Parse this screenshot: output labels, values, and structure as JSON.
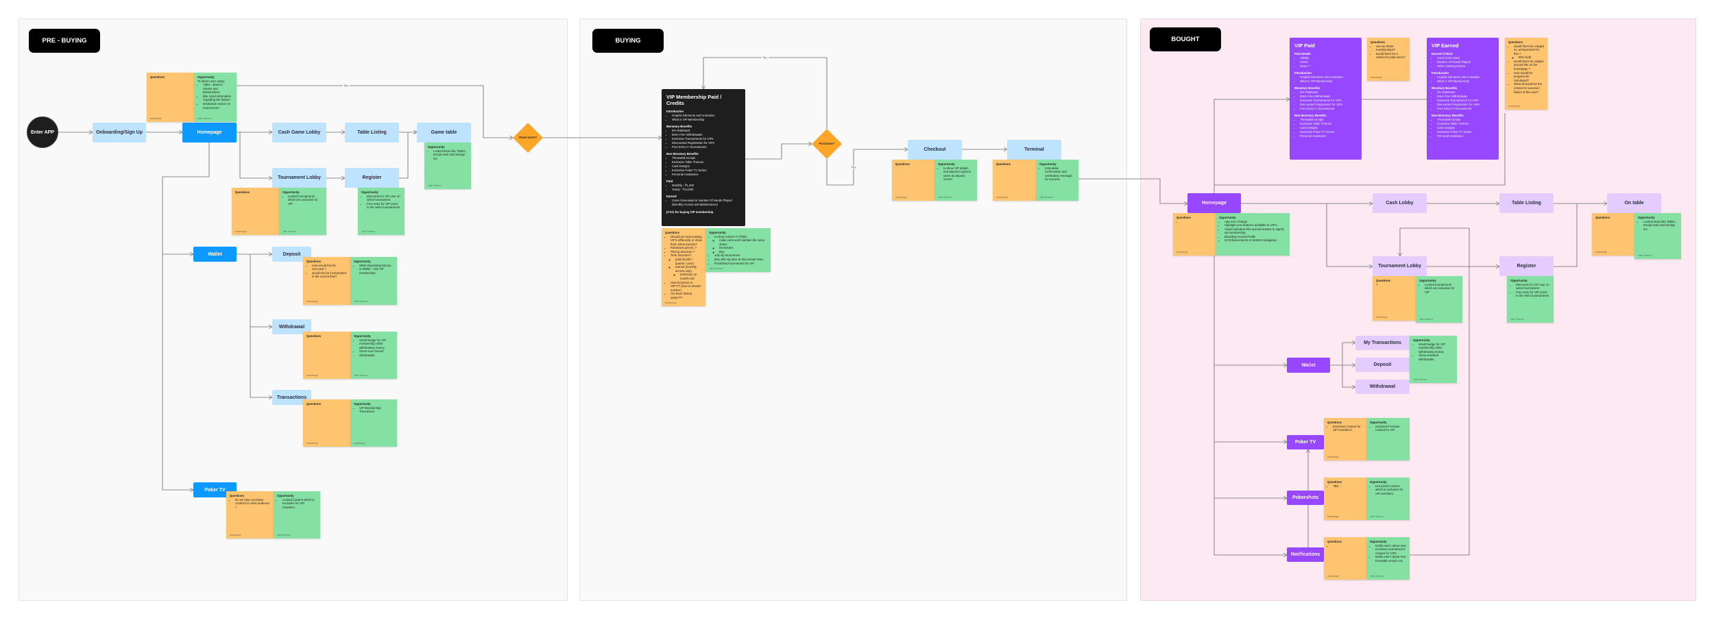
{
  "colors": {
    "pre_bg": "#f9f9f9",
    "buying_bg": "#f9f9f9",
    "bought_bg": "#fde9f1",
    "blue": "#0d99ff",
    "light_blue": "#bde3fe",
    "purple": "#9747ff",
    "light_purple": "#e4ccff",
    "question": "#ffc470",
    "opportunity": "#85e0a3",
    "decision": "#ffa629"
  },
  "sections": {
    "pre": {
      "label": "PRE - BUYING"
    },
    "buying": {
      "label": "BUYING"
    },
    "bought": {
      "label": "BOUGHT"
    }
  },
  "nodes": {
    "enter_app": {
      "label": "Enter APP"
    },
    "onboarding": {
      "label": "Onboarding/Sign Up"
    },
    "homepage": {
      "label": "Homepage"
    },
    "cash_game_lobby": {
      "label": "Cash Game Lobby"
    },
    "table_listing": {
      "label": "Table Listing"
    },
    "game_table": {
      "label": "Game table"
    },
    "tournament_lobby": {
      "label": "Tournament Lobby"
    },
    "register": {
      "label": "Register"
    },
    "wallet": {
      "label": "Wallet"
    },
    "deposit": {
      "label": "Deposit"
    },
    "withdrawal": {
      "label": "Withdrawal"
    },
    "transactions": {
      "label": "Transactions"
    },
    "poker_tv": {
      "label": "Poker TV"
    },
    "read_more": {
      "label": "Read more?"
    },
    "purchase": {
      "label": "Purchase?"
    },
    "checkout": {
      "label": "Checkout"
    },
    "terminal": {
      "label": "Terminal"
    },
    "b_homepage": {
      "label": "Homepage"
    },
    "cash_lobby": {
      "label": "Cash Lobby"
    },
    "b_table_listing": {
      "label": "Table Listing"
    },
    "on_table": {
      "label": "On table"
    },
    "b_tournament_lobby": {
      "label": "Tournament Lobby"
    },
    "b_register": {
      "label": "Register"
    },
    "b_wallet": {
      "label": "Wallet"
    },
    "my_transactions": {
      "label": "My Transactions"
    },
    "b_deposit": {
      "label": "Deposit"
    },
    "b_withdrawal": {
      "label": "Withdrawal"
    },
    "b_poker_tv": {
      "label": "Poker TV"
    },
    "pokershots": {
      "label": "Pokershots"
    },
    "notifications": {
      "label": "Notifications"
    }
  },
  "edge_labels": {
    "pre_no": "No",
    "buy_no": "No",
    "buy_yes": "Yes"
  },
  "stickies": {
    "home_q": {
      "title": "Questions",
      "items": [],
      "author": "amansingh"
    },
    "home_o": {
      "title": "Opportunity",
      "text": "To inform user using:",
      "items": [
        "Video , Banner , Stories and Bottomsheet.",
        "Bite sized information regarding the feature.",
        "Dedicated section on homescreen."
      ],
      "author": "Jatin Sharma"
    },
    "game_o": {
      "title": "Opportunity",
      "items": [
        "Locked items like Tables , Emojis and Card Design etc."
      ],
      "author": "Jatin Sharma"
    },
    "tl_q": {
      "title": "Questions",
      "items": [],
      "author": "amansingh"
    },
    "tl_o": {
      "title": "Opportunity",
      "items": [
        "Locked tournaments which are exclusive for VIP"
      ],
      "author": "Jatin Sharma"
    },
    "reg_o": {
      "title": "Opportunity",
      "items": [
        "Discounts for VIP user on select tournament",
        "Free entry for VIP users in the select tournaments"
      ],
      "author": "Jatin Sharma"
    },
    "dep_q": {
      "title": "Questions",
      "items": [
        "How would this be executed ?",
        "would this be incorporated in the current flow?"
      ],
      "author": "amansingh"
    },
    "dep_o": {
      "title": "Opportunity",
      "items": [
        "While Depositing Money in Wallet - Add VIP membership"
      ],
      "author": "Jatin Sharma"
    },
    "wd_q": {
      "title": "Questions",
      "items": [],
      "author": "amansingh"
    },
    "wd_o": {
      "title": "Opportunity",
      "items": [
        "Small Nudge for VIP membership while withdrawing money",
        "Show more locked withdrawals"
      ],
      "author": "Jatin Sharma"
    },
    "tx_q": {
      "title": "Questions",
      "items": [],
      "author": "amansingh"
    },
    "tx_o": {
      "title": "Opportunity",
      "items": [
        "VIP Membership Transaction"
      ],
      "author": "amansingh"
    },
    "tv_q": {
      "title": "Questions",
      "items": [
        "Do we have exclusive content for niche audience ?"
      ],
      "author": "amansingh"
    },
    "tv_o": {
      "title": "Opportunity",
      "items": [
        "Locked Content which is exclusive for VIP members."
      ],
      "author": "Jatin Sharma"
    },
    "vip_q": {
      "title": "Questions",
      "items": [
        "Should we treat existing VIP's differently or show them same journey?",
        "Rakeback generic ?",
        "Pricing Structure ?",
        {
          "text": "Time Structure?",
          "sub": [
            "paid (month / quarter / year)",
            {
              "text": "earned (monthly access only)",
              "sub": [
                "extension on month-end"
              ]
            }
          ]
        },
        "How Exclusive is VIP??? (how to release number)",
        "Are there limited seats???"
      ],
      "author": "amansingh"
    },
    "vip_o": {
      "title": "Opportunity",
      "items": [
        {
          "text": "to show criteria ?? (TBD)",
          "sub": [
            "make coins and maintain the same status",
            "Demotions",
            "Buy"
          ]
        },
        "only vip tournament",
        "play with vip pass at discounted rates",
        "Predefined tournament for VIP"
      ],
      "author": "Jatin Sharma"
    },
    "co_q": {
      "title": "Questions",
      "items": [],
      "author": "amansingh"
    },
    "co_o": {
      "title": "Opportunity",
      "items": [
        "to show VIP details and payment options same as deposit screen"
      ],
      "author": "Jatin Sharma"
    },
    "term_q": {
      "title": "Questions",
      "items": [],
      "author": "amansingh"
    },
    "term_o": {
      "title": "Opportunity",
      "items": [
        "Immediate confirmation and celebratory message for success."
      ],
      "author": "Jatin Sharma"
    },
    "paid_q": {
      "title": "Questions",
      "items": [
        "can we share memberships?",
        "would there be a criteria for paid users?"
      ],
      "author": "amansingh"
    },
    "earned_q": {
      "title": "Questions",
      "items": [
        {
          "text": "would there be a target vs. achievement for this ?",
          "sub": [
            "50% both"
          ]
        },
        "would there be nudges around this on the homepage ?",
        "How would be progress be calculated?",
        "What all would be the criteria for success / failure of this user?"
      ],
      "author": "amansingh"
    },
    "bhome_q": {
      "title": "Questions",
      "items": [
        ""
      ],
      "author": "amansingh"
    },
    "bhome_o": {
      "title": "Opportunity",
      "items": [
        "App Icon Change",
        "Highlight new features available to VIP's.",
        "Visual indicators like special avatars to signify vip membership.",
        "Branding Around Profile",
        "UI Enhancements on Bottom Navigation"
      ]
    },
    "ontable_q": {
      "title": "Questions",
      "items": [],
      "author": "amansingh"
    },
    "ontable_o": {
      "title": "Opportunity",
      "items": [
        "Locked items like Tables , Emojis and Card Design etc."
      ],
      "author": "Jatin Sharma"
    },
    "btl_q": {
      "title": "Questions",
      "text": "?",
      "items": [],
      "author": "amansingh"
    },
    "btl_o": {
      "title": "Opportunity",
      "items": [
        "Locked tournaments which are exclusive for VIP"
      ],
      "author": "Jatin Sharma"
    },
    "breg_o": {
      "title": "Opportunity",
      "items": [
        "Discounts for VIP user on select tournament",
        "Free entry for VIP users in the select tournaments"
      ],
      "author": "Jatin Sharma"
    },
    "bwallet_o": {
      "title": "Opportunity",
      "items": [
        "Small Nudge for VIP membership while withdrawing money",
        "Show unlocked withdrawals"
      ],
      "author": "Jatin Sharma"
    },
    "btv_q": {
      "title": "Questions",
      "items": [
        "Exclusive Content for VIP members?"
      ],
      "author": "amansingh"
    },
    "btv_o": {
      "title": "Opportunity",
      "items": [
        "unlocked Premium content for VIP."
      ]
    },
    "shots_q": {
      "title": "Questions",
      "items": [
        "TBD"
      ],
      "author": "amansingh"
    },
    "shots_o": {
      "title": "Opportunity",
      "items": [
        "UnLocked Content which is exclusive for VIP members."
      ],
      "author": "Jatin Sharma"
    },
    "notif_q": {
      "title": "Questions",
      "items": [
        ""
      ],
      "author": "amansingh"
    },
    "notif_o": {
      "title": "Opportunity",
      "items": [
        "Notify user's about new exclusive tournament's created for VIPs.",
        "Notify user's about new throwable emoji's etc."
      ],
      "author": "Jatin Sharma"
    }
  },
  "cards": {
    "vip_membership": {
      "title": "VIP Membership Paid / Credits",
      "sections": [
        {
          "heading": "Introduction",
          "items": [
            "Graphic Elements and Animation",
            "What is VIP Membership"
          ]
        },
        {
          "heading": "Monetary Benefits",
          "items": [
            "5% Rakeback",
            "More Free Withdrawals",
            "Exclusive Tournaments for VIPs",
            "Discounted Registration for VIPs",
            "Free Entry in Tournaments"
          ]
        },
        {
          "heading": "Non Monetary Benefits",
          "items": [
            "Throwable Emojis",
            "Exclusive Table Themes",
            "Card Designs",
            "Exclusive Poker TV Series",
            "Personal Assistance"
          ]
        },
        {
          "heading": "Paid",
          "items": [
            "Monthly : ₹1,200",
            "Yearly : ₹12,000"
          ]
        },
        {
          "heading": "Earned",
          "items": [
            "Coins Generated or Number Of Hands Played (Monthly Access and Maintenance)"
          ]
        }
      ],
      "footer": "(CTA) for buying VIP membership"
    },
    "vip_paid": {
      "title": "VIP Paid",
      "sections": [
        {
          "heading": "Paid details",
          "items": [
            "validity",
            "renew",
            "share ?"
          ]
        },
        {
          "heading": "Introduction",
          "items": [
            "Graphic Elements and Animation",
            "What is VIP Membership"
          ]
        },
        {
          "heading": "Monetary Benefits",
          "items": [
            "5% Rakeback",
            "More Free Withdrawals",
            "Exclusive Tournaments for VIPs",
            "Discounted Registration for VIPs",
            "Free Entry in Tournaments"
          ]
        },
        {
          "heading": "Non Monetary Benefits",
          "items": [
            "Throwable Emojis",
            "Exclusive Table Themes",
            "Card Designs",
            "Exclusive Poker TV Series",
            "Personal Assistance"
          ]
        }
      ]
    },
    "vip_earned": {
      "title": "VIP Earned",
      "sections": [
        {
          "heading": "Earned Criteria",
          "items": [
            "Coins Generated",
            "Number Of Hands Played",
            "Other criteria pointers"
          ]
        },
        {
          "heading": "Introduction",
          "items": [
            "Graphic Elements and Animation",
            "What is VIP Membership"
          ]
        },
        {
          "heading": "Monetary Benefits",
          "items": [
            "5% Rakeback",
            "More Free Withdrawals",
            "Exclusive Tournaments for VIPs",
            "Discounted Registration for VIPs",
            "Free Entry in Tournaments"
          ]
        },
        {
          "heading": "Non Monetary Benefits",
          "items": [
            "Throwable Emojis",
            "Exclusive Table Themes",
            "Card Designs",
            "Exclusive Poker TV Series",
            "Personal Assistance"
          ]
        }
      ]
    }
  }
}
